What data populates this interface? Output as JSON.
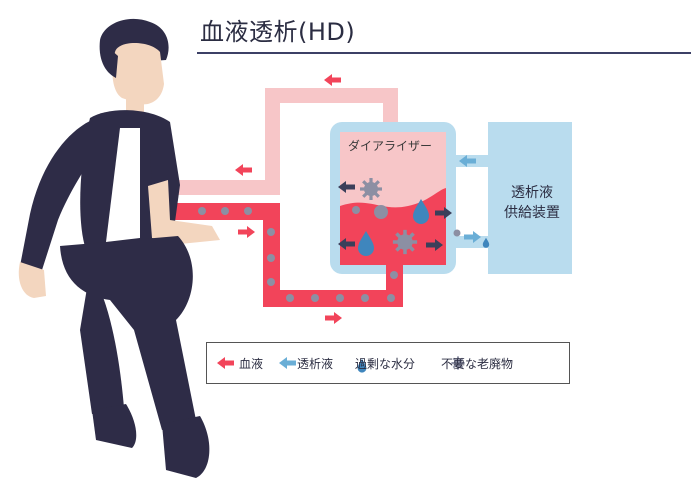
{
  "title": "血液透析(HD)",
  "dialyzer": {
    "label": "ダイアライザー"
  },
  "dialysate_supply": {
    "label_line1": "透析液",
    "label_line2": "供給装置"
  },
  "legend": {
    "blood": "血液",
    "dialysate": "透析液",
    "excess_water": "過剰な水分",
    "waste": "不要な老廃物"
  },
  "colors": {
    "blood": "#f2445a",
    "blood_return": "#f7c6c8",
    "dialysate": "#6aaed6",
    "dialysate_fill": "#b9dcee",
    "waste": "#8c8fa3",
    "water_drop": "#3f86bd",
    "arrow_dark": "#3b3f5a",
    "person_dark": "#2e2c47",
    "skin": "#f3d6bf"
  },
  "icons": [
    "arrow-icon",
    "water-drop-icon",
    "waste-gear-icon",
    "person-illustration"
  ]
}
